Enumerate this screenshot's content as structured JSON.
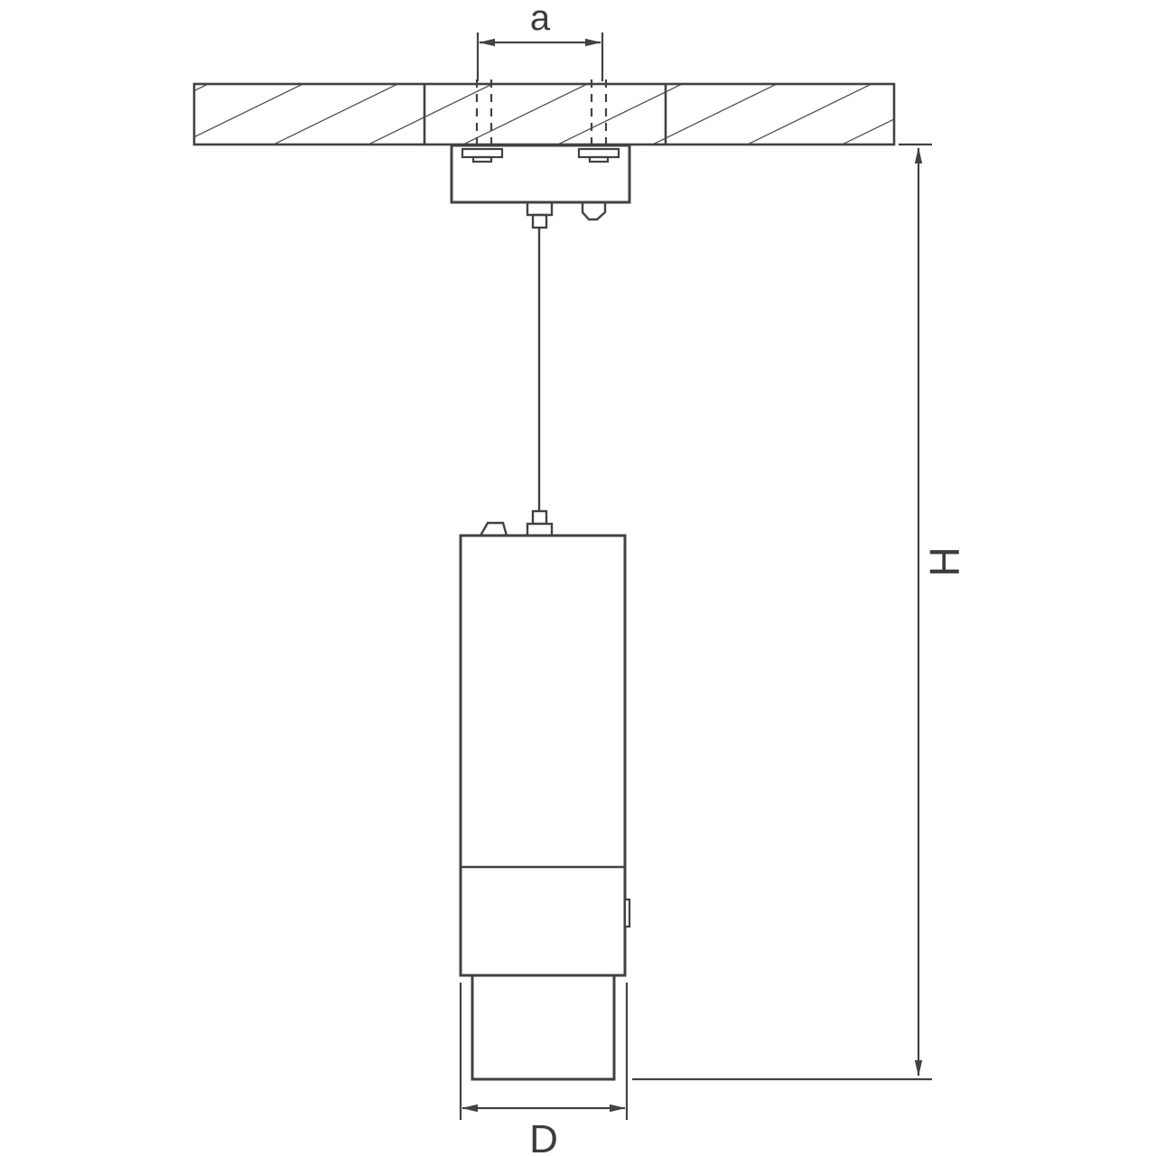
{
  "diagram": {
    "labels": {
      "hole_spacing": "a",
      "overall_height": "H",
      "diameter": "D"
    },
    "colors": {
      "line": "#424242",
      "background": "#ffffff"
    }
  }
}
